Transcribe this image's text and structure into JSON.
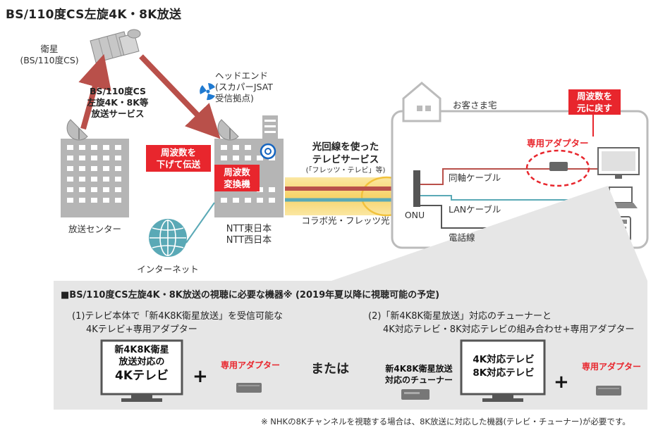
{
  "title": "BS/110度CS左旋4K・8K放送",
  "satellite": {
    "label_line1": "衛星",
    "label_line2": "(BS/110度CS)"
  },
  "uplink_service": {
    "line1": "BS/110度CS",
    "line2": "左旋4K・8K等",
    "line3": "放送サービス"
  },
  "headend": {
    "line1": "ヘッドエンド",
    "line2": "(スカパーJSAT",
    "line3": "受信拠点)"
  },
  "broadcast_center": {
    "label": "放送センター"
  },
  "freq_down": {
    "line1": "周波数を",
    "line2": "下げて伝送"
  },
  "converter": {
    "line1": "周波数",
    "line2": "変換機"
  },
  "ntt": {
    "line1": "NTT東日本",
    "line2": "NTT西日本"
  },
  "internet": {
    "label": "インターネット"
  },
  "fiber": {
    "line1": "光回線を使った",
    "line2": "テレビサービス",
    "sub": "(「フレッツ・テレビ」等)",
    "collabo": "コラボ光・フレッツ光"
  },
  "onu": {
    "label": "ONU"
  },
  "home": {
    "label": "お客さま宅",
    "adapter": "専用アダプター",
    "restore_line1": "周波数を",
    "restore_line2": "元に戻す"
  },
  "cables": {
    "coax": "同軸ケーブル",
    "lan": "LANケーブル",
    "phone": "電話線"
  },
  "requirements": {
    "title": "■BS/110度CS左旋4K・8K放送の視聴に必要な機器※ (2019年夏以降に視聴可能の予定)",
    "option1_line1": "(1)テレビ本体で「新4K8K衛星放送」を受信可能な",
    "option1_line2": "4Kテレビ+専用アダプター",
    "option1_tv_line1": "新4K8K衛星",
    "option1_tv_line2": "放送対応の",
    "option1_tv_line3": "4Kテレビ",
    "option1_adapter": "専用アダプター",
    "or": "または",
    "option2_line1": "(2)「新4K8K衛星放送」対応のチューナーと",
    "option2_line2": "4K対応テレビ・8K対応テレビの組み合わせ+専用アダプター",
    "option2_tuner_line1": "新4K8K衛星放送",
    "option2_tuner_line2": "対応のチューナー",
    "option2_tv_line1": "4K対応テレビ",
    "option2_tv_line2": "8K対応テレビ",
    "option2_adapter": "専用アダプター",
    "plus": "+"
  },
  "footnote": "※ NHKの8Kチャンネルを視聴する場合は、8K放送に対応した機器(テレビ・チューナー)が必要です。",
  "colors": {
    "red": "#e8262d",
    "arrow": "#b9504a",
    "teal": "#5aa9b6",
    "panel": "#e6e6e6",
    "building": "#b5b5b5",
    "blue": "#1565c0"
  }
}
